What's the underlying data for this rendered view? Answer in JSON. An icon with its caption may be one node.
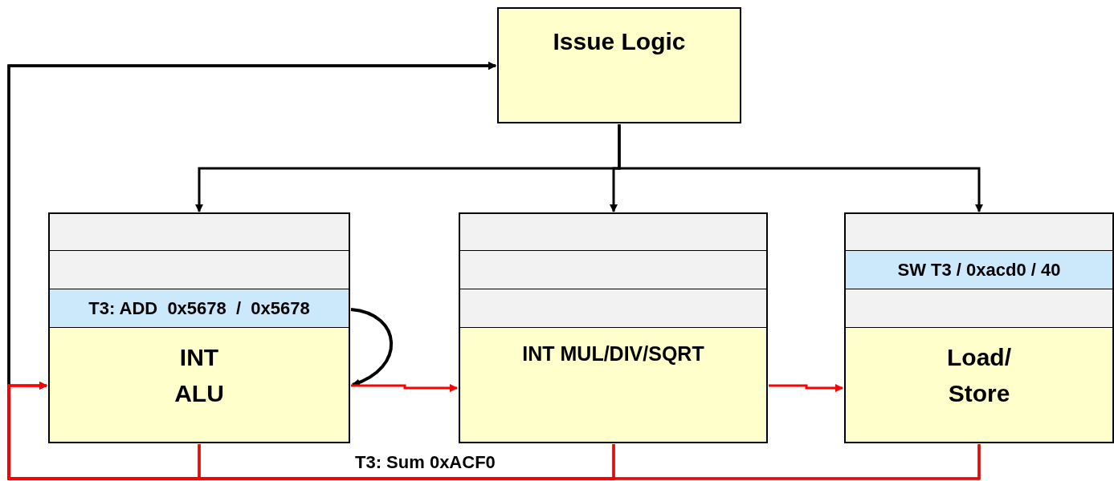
{
  "diagram": {
    "nodes": [
      {
        "text": [
          "Issue Logic"
        ]
      },
      {
        "text": [],
        "shape": "box"
      },
      {
        "text": [],
        "shape": "box"
      },
      {
        "text": [
          "T3: ADD  0x5678  /  0x5678"
        ]
      },
      {
        "text": [
          "INT ALU"
        ]
      },
      {
        "text": [],
        "shape": "box"
      },
      {
        "text": [],
        "shape": "box"
      },
      {
        "text": [],
        "shape": "box"
      },
      {
        "text": [
          "INT MUL/DIV/SQRT"
        ]
      },
      {
        "text": [],
        "shape": "box"
      },
      {
        "text": [
          "SW T3 / 0xacd0 / 40"
        ]
      },
      {
        "text": [],
        "shape": "box"
      },
      {
        "text": [
          "Load/ Store"
        ]
      }
    ],
    "edges": [
      {
        "from": 0,
        "to": 1,
        "arrow": "to"
      },
      {
        "from": 0,
        "to": 5,
        "arrow": "to"
      },
      {
        "from": 0,
        "to": 9,
        "arrow": "to"
      },
      {
        "from": 3,
        "to": 4,
        "arrow": "to"
      },
      {
        "from": 4,
        "to": 0,
        "arrow": "to"
      },
      {
        "from": 8,
        "to": 0,
        "arrow": "to"
      },
      {
        "from": 12,
        "to": 0,
        "arrow": "to"
      },
      {
        "from": 4,
        "to": 8,
        "arrow": "to",
        "color": "#ff0000"
      },
      {
        "from": 8,
        "to": 12,
        "arrow": "to",
        "color": "#ff0000"
      },
      {
        "from": 4,
        "to": 4,
        "arrow": "to",
        "color": "#ff0000"
      },
      {
        "from": 8,
        "to": 4,
        "arrow": "to",
        "color": "#ff0000",
        "label": "T3: Sum 0xACF0"
      },
      {
        "from": 12,
        "to": 4,
        "arrow": "to",
        "color": "#ff0000"
      }
    ]
  }
}
